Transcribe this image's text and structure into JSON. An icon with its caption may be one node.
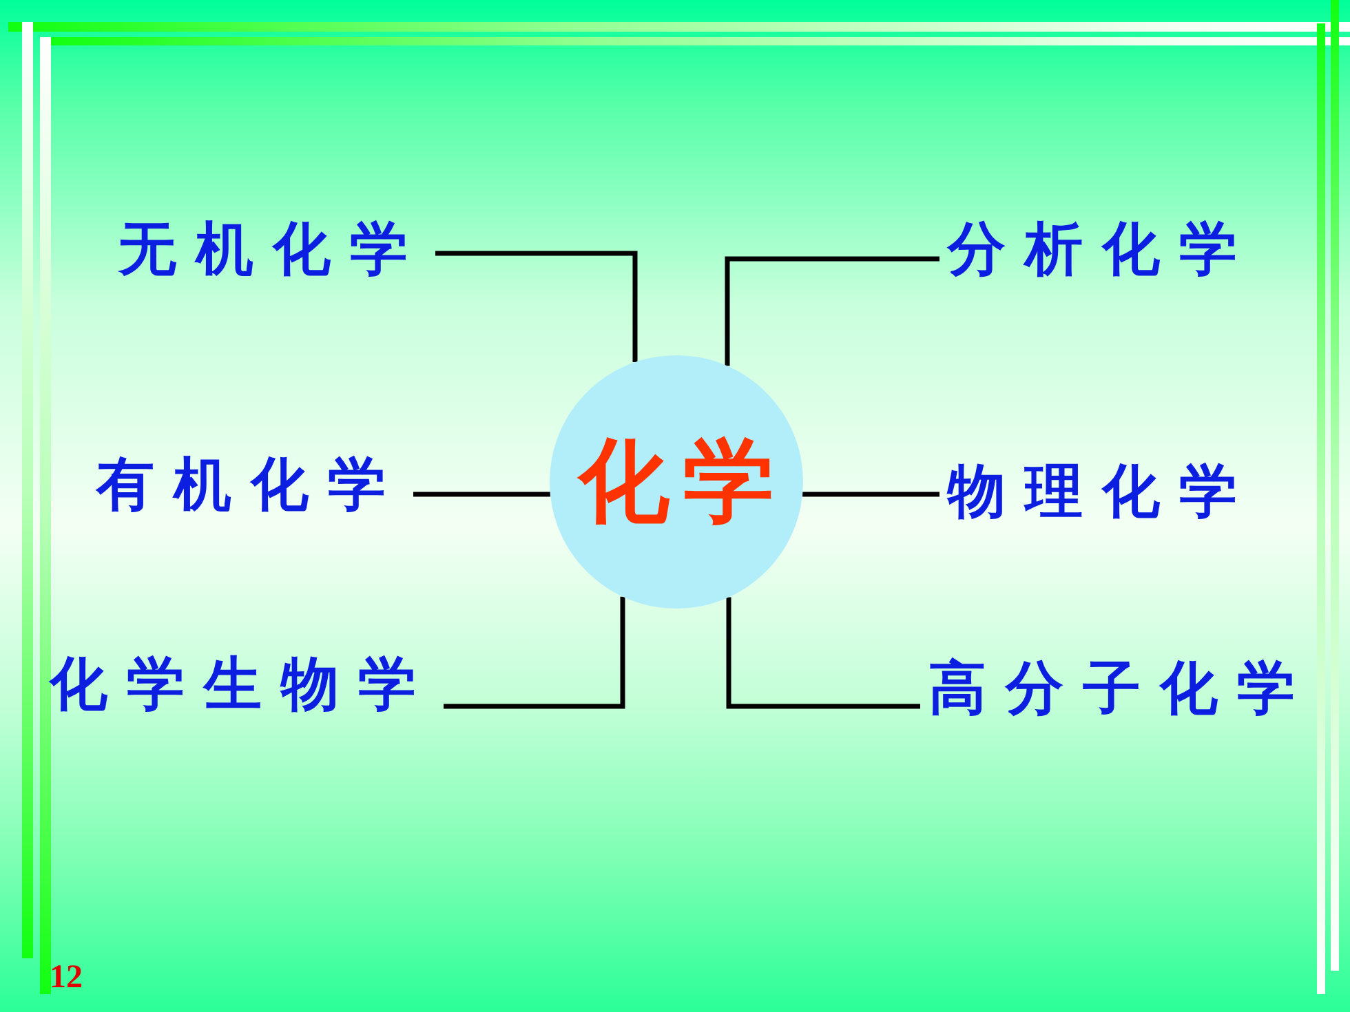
{
  "diagram": {
    "nodes": [
      {
        "text": [
          "无机化学"
        ]
      },
      {
        "text": [
          "分析化学"
        ]
      },
      {
        "text": [
          "有机化学"
        ]
      },
      {
        "text": [
          "化学"
        ]
      },
      {
        "text": [
          "物理化学"
        ]
      },
      {
        "text": [
          "化学生物学"
        ]
      },
      {
        "text": [
          "高分子化学"
        ]
      }
    ],
    "edges": [
      {
        "from": 3,
        "to": 0,
        "arrow": "none"
      },
      {
        "from": 3,
        "to": 1,
        "arrow": "none"
      },
      {
        "from": 3,
        "to": 2,
        "arrow": "none"
      },
      {
        "from": 3,
        "to": 4,
        "arrow": "none"
      },
      {
        "from": 3,
        "to": 5,
        "arrow": "none"
      },
      {
        "from": 3,
        "to": 6,
        "arrow": "none"
      }
    ],
    "labels": [
      "12"
    ]
  }
}
